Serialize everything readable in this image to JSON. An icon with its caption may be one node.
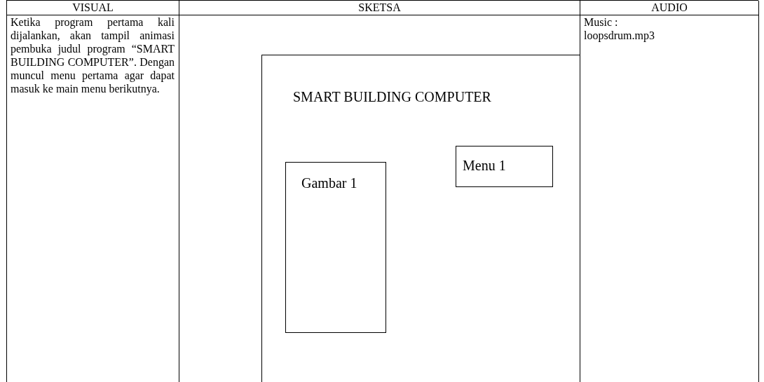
{
  "diagram": {
    "nodes": [
      {
        "text": [
          "SMART BUILDING COMPUTER"
        ]
      },
      {
        "text": [
          "Gambar 1"
        ],
        "in": 0
      },
      {
        "text": [
          "Menu 1"
        ],
        "in": 0
      }
    ],
    "labels": [
      "VISUAL",
      "SKETSA",
      "AUDIO",
      "Ketika program pertama kali dijalankan, akan tampil animasi pembuka judul program “SMART BUILDING COMPUTER”. Dengan muncul menu pertama agar dapat masuk ke main menu berikutnya.",
      "Music :",
      "loopsdrum.mp3"
    ]
  }
}
